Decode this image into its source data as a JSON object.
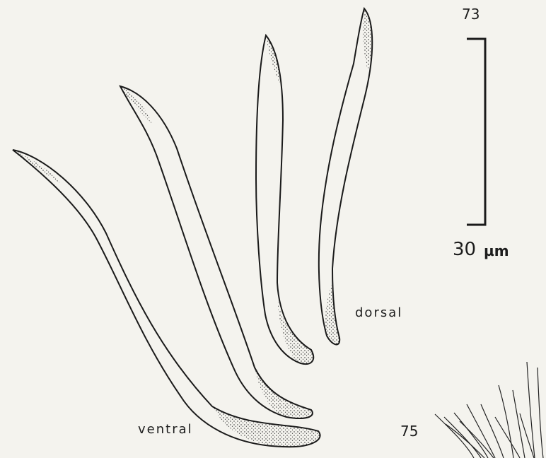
{
  "figure": {
    "top_number": "73",
    "bottom_number": "75",
    "scale_bar": {
      "value": "30",
      "unit": "µm"
    },
    "labels": {
      "dorsal": "dorsal",
      "ventral": "ventral"
    }
  },
  "colors": {
    "paper": "#f4f3ee",
    "ink": "#1a1a1a"
  }
}
